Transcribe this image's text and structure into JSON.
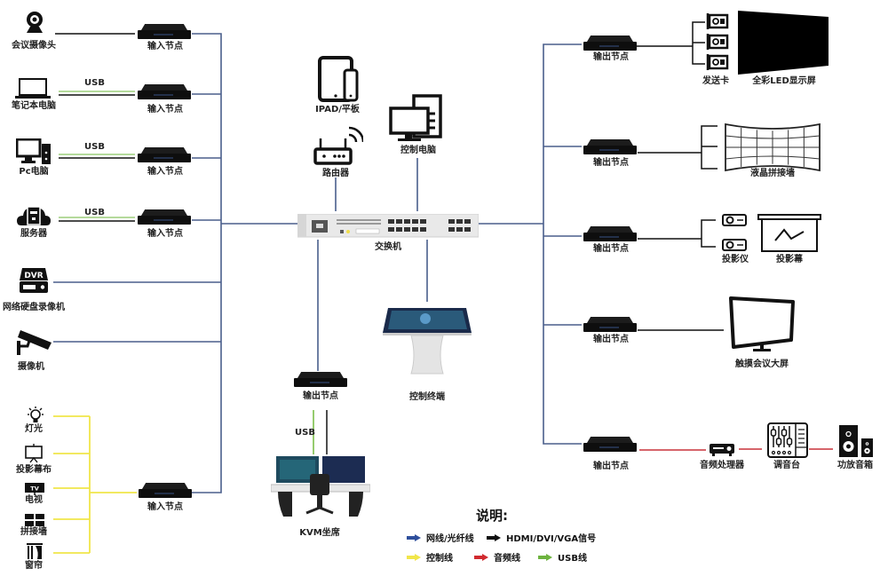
{
  "colors": {
    "network": "#4a5f8c",
    "hdmi": "#111111",
    "control": "#f1e64a",
    "audio": "#c8323a",
    "usb": "#7cc04a"
  },
  "left_devices": [
    {
      "label": "会议摄像头",
      "icon": "webcam-icon"
    },
    {
      "label": "笔记本电脑",
      "icon": "laptop-icon",
      "link": "USB"
    },
    {
      "label": "Pc电脑",
      "icon": "desktop-pc-icon",
      "link": "USB"
    },
    {
      "label": "服务器",
      "icon": "server-icon",
      "link": "USB"
    },
    {
      "label": "网络硬盘录像机",
      "icon": "dvr-icon",
      "icon_text": "DVR"
    },
    {
      "label": "摄像机",
      "icon": "cctv-camera-icon"
    }
  ],
  "control_devices": [
    {
      "label": "灯光",
      "icon": "light-bulb-icon"
    },
    {
      "label": "投影幕布",
      "icon": "projection-screen-icon"
    },
    {
      "label": "电视",
      "icon": "tv-icon",
      "icon_text": "TV"
    },
    {
      "label": "拼接墙",
      "icon": "video-wall-icon"
    },
    {
      "label": "窗帘",
      "icon": "curtain-icon"
    }
  ],
  "input_node_label": "输入节点",
  "output_node_label": "输出节点",
  "center": {
    "ipad": "IPAD/平板",
    "router": "路由器",
    "control_pc": "控制电脑",
    "switch": "交换机",
    "control_terminal": "控制终端",
    "kvm_usb": "USB",
    "kvm": "KVM坐席"
  },
  "right": {
    "sending_card": "发送卡",
    "led_screen": "全彩LED显示屏",
    "lcd_wall": "液晶拼接墙",
    "projector": "投影仪",
    "projection_screen": "投影幕",
    "touch_screen": "触摸会议大屏",
    "audio_processor": "音频处理器",
    "mixer": "调音台",
    "speaker": "功放音箱"
  },
  "legend": {
    "title": "说明:",
    "items": [
      {
        "label": "网线/光纤线",
        "color": "#2f4f9c"
      },
      {
        "label": "HDMI/DVI/VGA信号",
        "color": "#111111"
      },
      {
        "label": "控制线",
        "color": "#f1e64a"
      },
      {
        "label": "音频线",
        "color": "#d12a2f"
      },
      {
        "label": "USB线",
        "color": "#6db33f"
      }
    ]
  }
}
